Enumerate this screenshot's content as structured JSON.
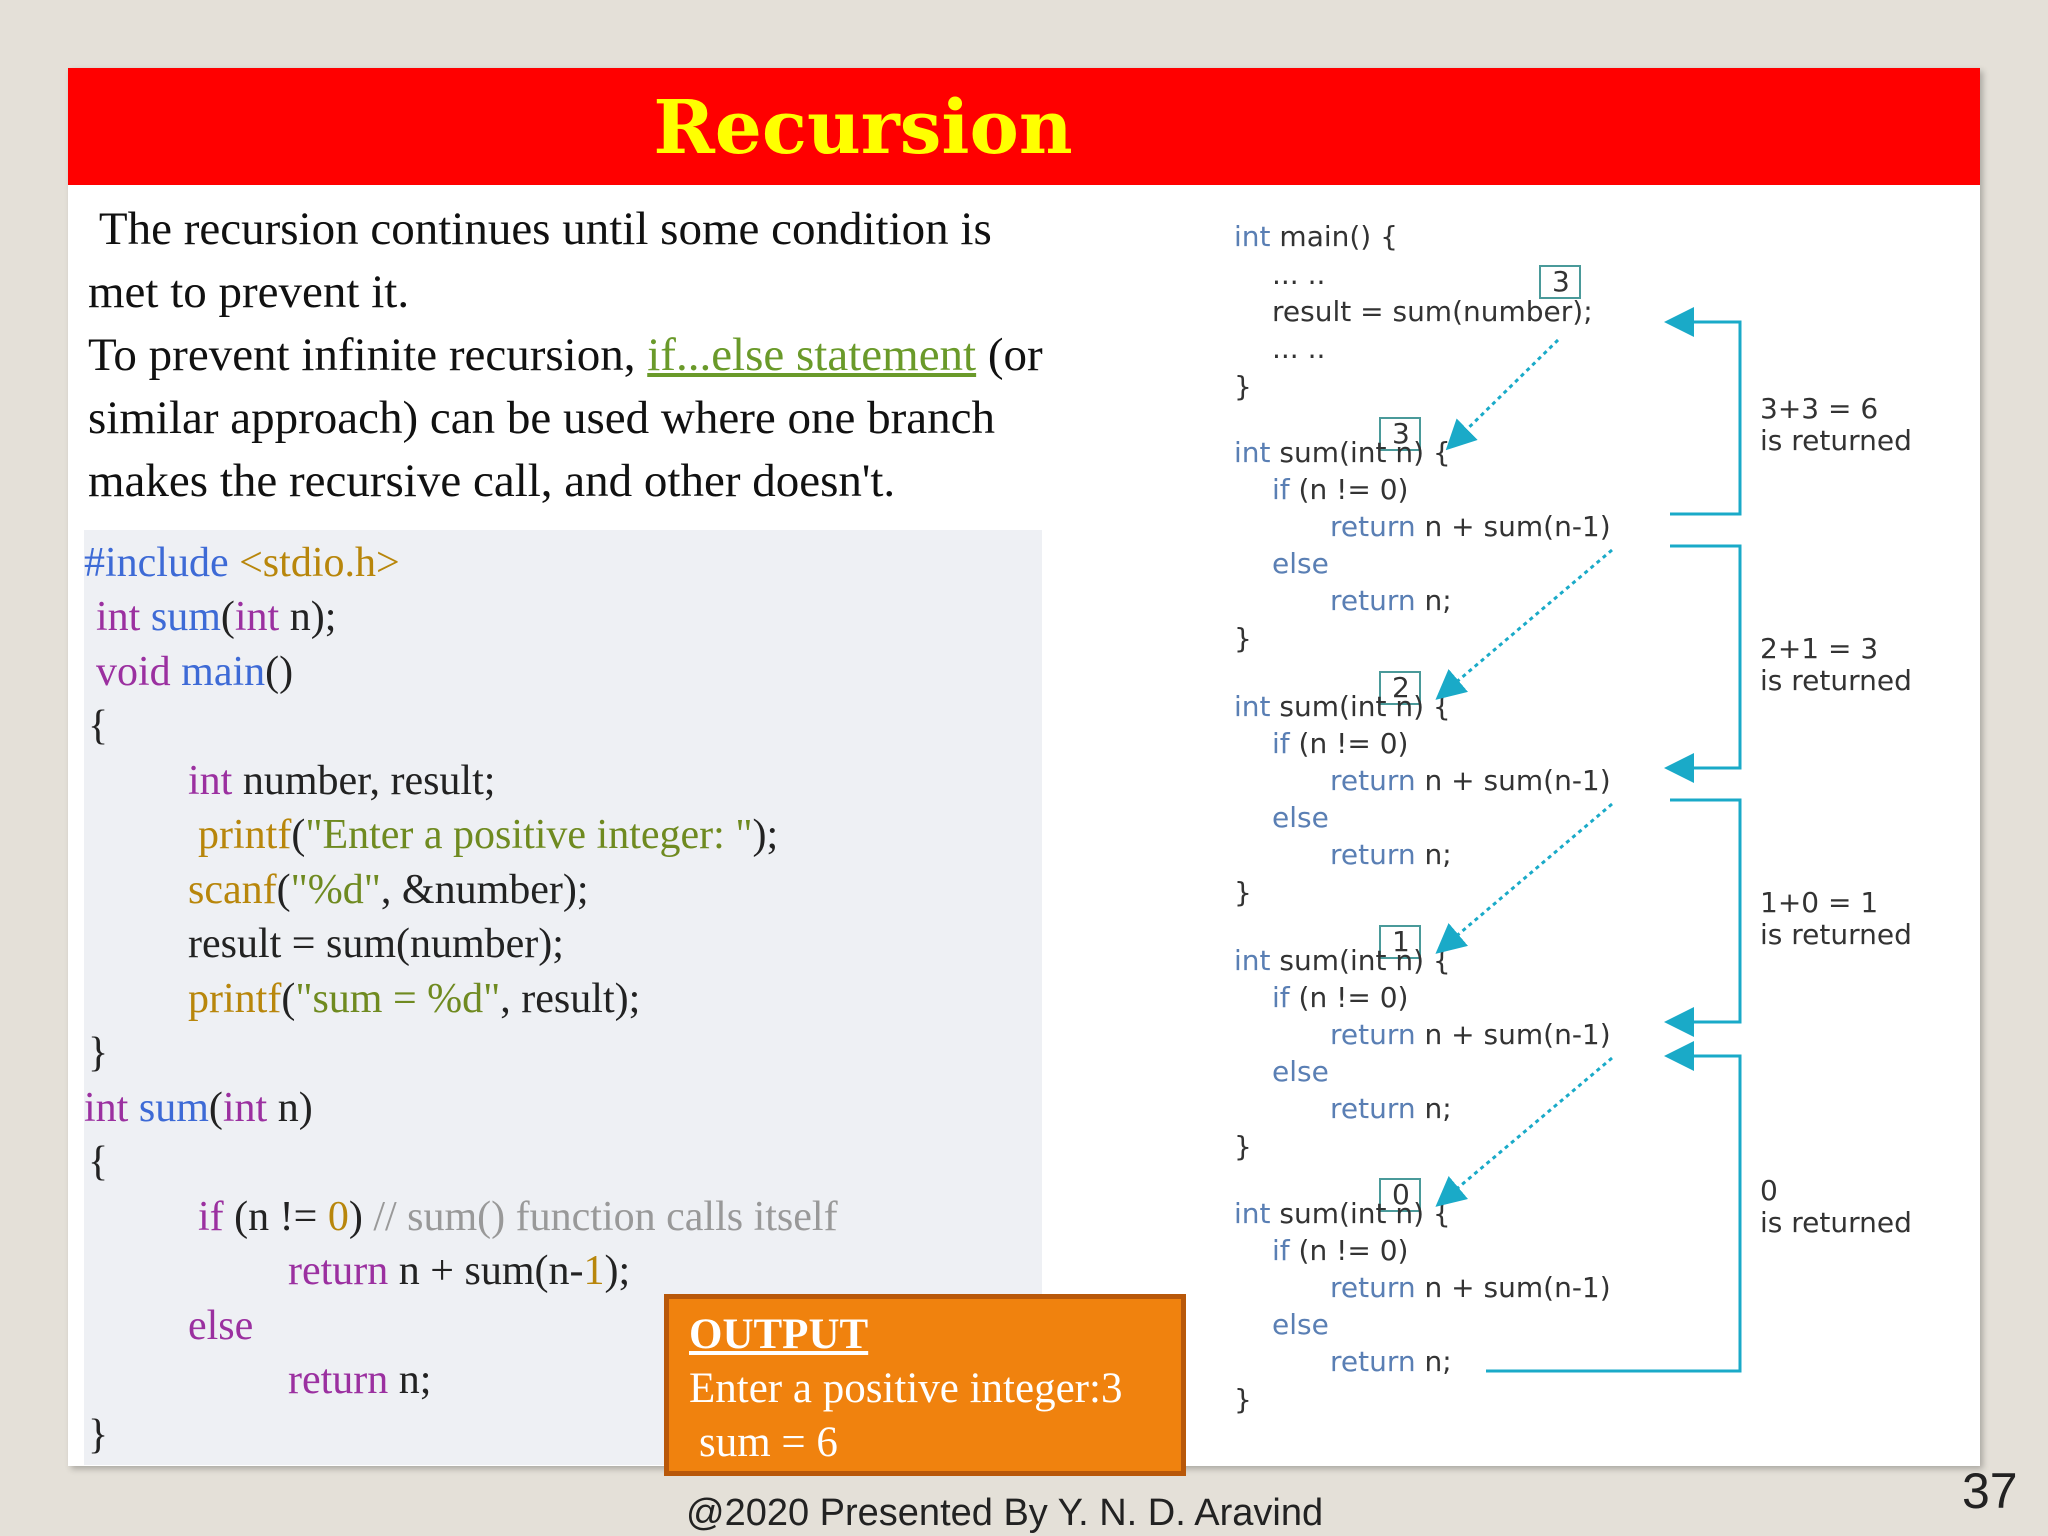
{
  "slide": {
    "title": "Recursion",
    "intro": {
      "line1": " The recursion continues until some condition is",
      "line2": "met to prevent it.",
      "line3_before": "To prevent infinite recursion, ",
      "line3_link": "if...else statement",
      "line3_after": " (or",
      "line4": "similar approach) can be used where one branch",
      "line5": "makes the recursive call, and other doesn't."
    },
    "code": {
      "include_kw": "#include",
      "include_hdr": " <stdio.h>",
      "proto_int": "int",
      "proto_fn": " sum",
      "proto_paren": "(",
      "proto_int2": "int",
      "proto_rest": " n);",
      "main_void": "void",
      "main_fn": " main",
      "main_paren": "()",
      "brace_open": "{",
      "decl_int": "int",
      "decl_rest": " number, result;",
      "printf1_fn": "printf",
      "printf1_paren": "(",
      "printf1_str": "\"Enter a positive integer: \"",
      "printf1_end": ");",
      "scanf_fn": "scanf",
      "scanf_paren": "(",
      "scanf_str": "\"%d\"",
      "scanf_end": ", &number);",
      "assign": "result = sum(number);",
      "printf2_fn": "printf",
      "printf2_paren": "(",
      "printf2_str": "\"sum = %d\"",
      "printf2_end": ", result);",
      "brace_close": "}",
      "def_int": "int",
      "def_fn": " sum",
      "def_paren": "(",
      "def_int2": "int",
      "def_rest": " n)",
      "brace_open2": "{",
      "if_kw": "if",
      "if_cond": " (n != ",
      "if_zero": "0",
      "if_close": ") ",
      "if_comment": "// sum() function calls itself",
      "ret_kw": "return",
      "ret_rest": " n + sum(n-",
      "ret_one": "1",
      "ret_end": ");",
      "else_kw": "else",
      "ret2_kw": "return",
      "ret2_rest": " n;",
      "brace_close2": "}"
    },
    "output": {
      "heading": "OUTPUT",
      "line1": "Enter a positive integer:3",
      "line2": "sum = 6"
    },
    "diagram": {
      "main_header": "int main() {",
      "dots": "... ..",
      "call_line": "result = sum(number);",
      "close_brace": "}",
      "func_header": "int sum(int n) {",
      "if_line": "if (n != 0)",
      "return_call": "return n + sum(n-1)",
      "else_line": "else",
      "return_n": "return n;",
      "arg_boxes": [
        "3",
        "3",
        "2",
        "1",
        "0"
      ],
      "returns": [
        {
          "value": "3+3 = 6",
          "text": "is returned"
        },
        {
          "value": "2+1 = 3",
          "text": "is returned"
        },
        {
          "value": "1+0 = 1",
          "text": "is returned"
        },
        {
          "value": "0",
          "text": "is returned"
        }
      ],
      "colors": {
        "keyword": "#5a7fb4",
        "code": "#333333",
        "arrow": "#1aaac8"
      }
    },
    "footer": "@2020 Presented By Y. N. D. Aravind",
    "page_number": "37"
  }
}
